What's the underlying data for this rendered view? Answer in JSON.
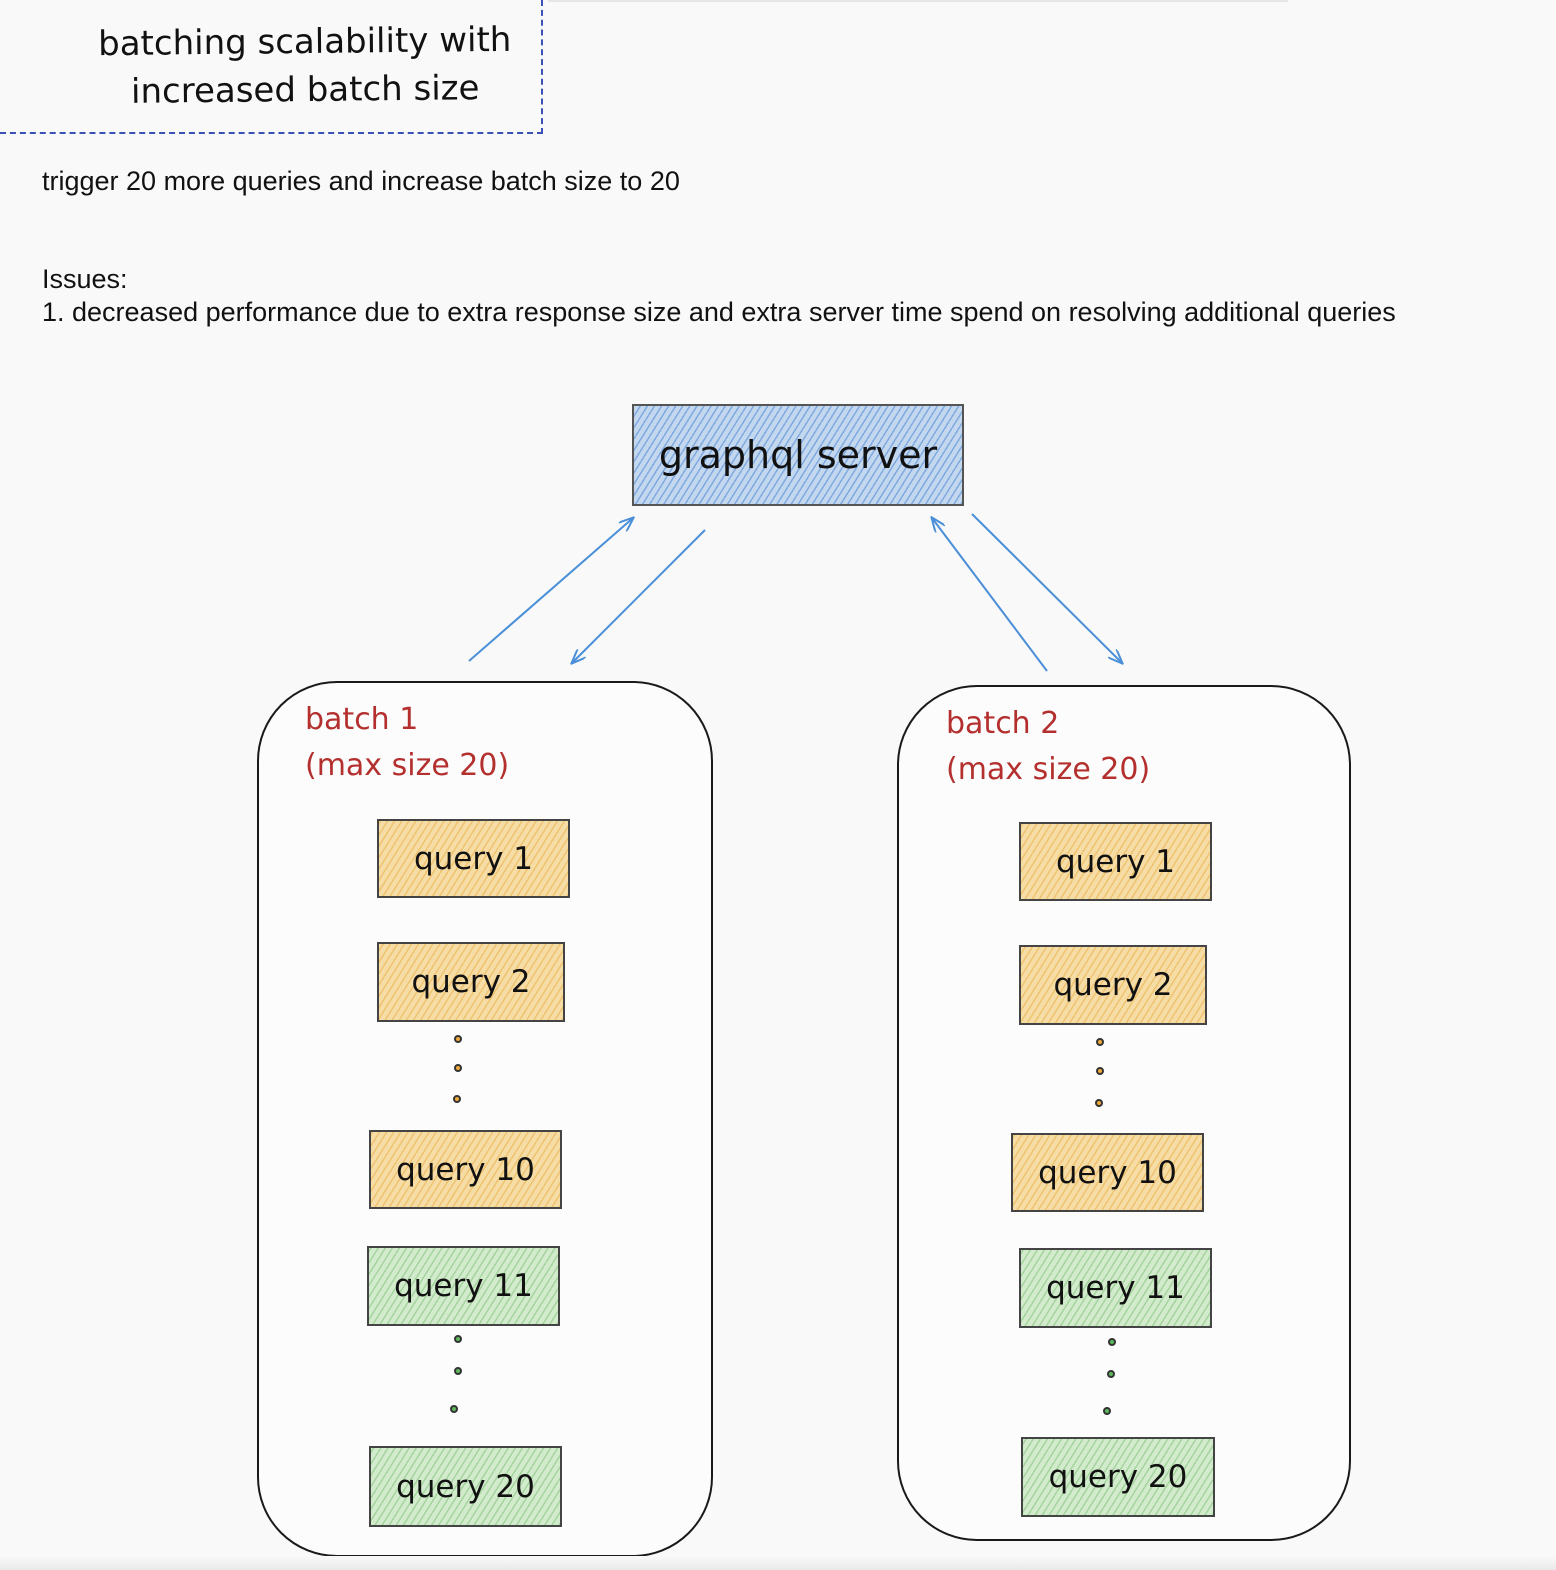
{
  "title": {
    "line1": "batching scalability with",
    "line2": "increased batch size"
  },
  "notes": {
    "trigger": "trigger 20 more queries and increase batch size to 20",
    "issues_heading": "Issues:",
    "issues_item_1": "1. decreased performance due to extra response size and extra server time spend on resolving additional queries"
  },
  "server": {
    "label": "graphql server"
  },
  "batches": [
    {
      "title_line1": "batch 1",
      "title_line2": "(max size 20)",
      "queries": [
        "query 1",
        "query 2",
        "query 10",
        "query 11",
        "query 20"
      ]
    },
    {
      "title_line1": "batch 2",
      "title_line2": "(max size 20)",
      "queries": [
        "query 1",
        "query 2",
        "query 10",
        "query 11",
        "query 20"
      ]
    }
  ],
  "colors": {
    "server_fill": "#c3d7ef",
    "arrow": "#4a8fd8",
    "batch_title": "#b3302f",
    "query_orange": "#f6dca5",
    "query_green": "#d3ebcd",
    "title_frame": "#3b52b5"
  }
}
